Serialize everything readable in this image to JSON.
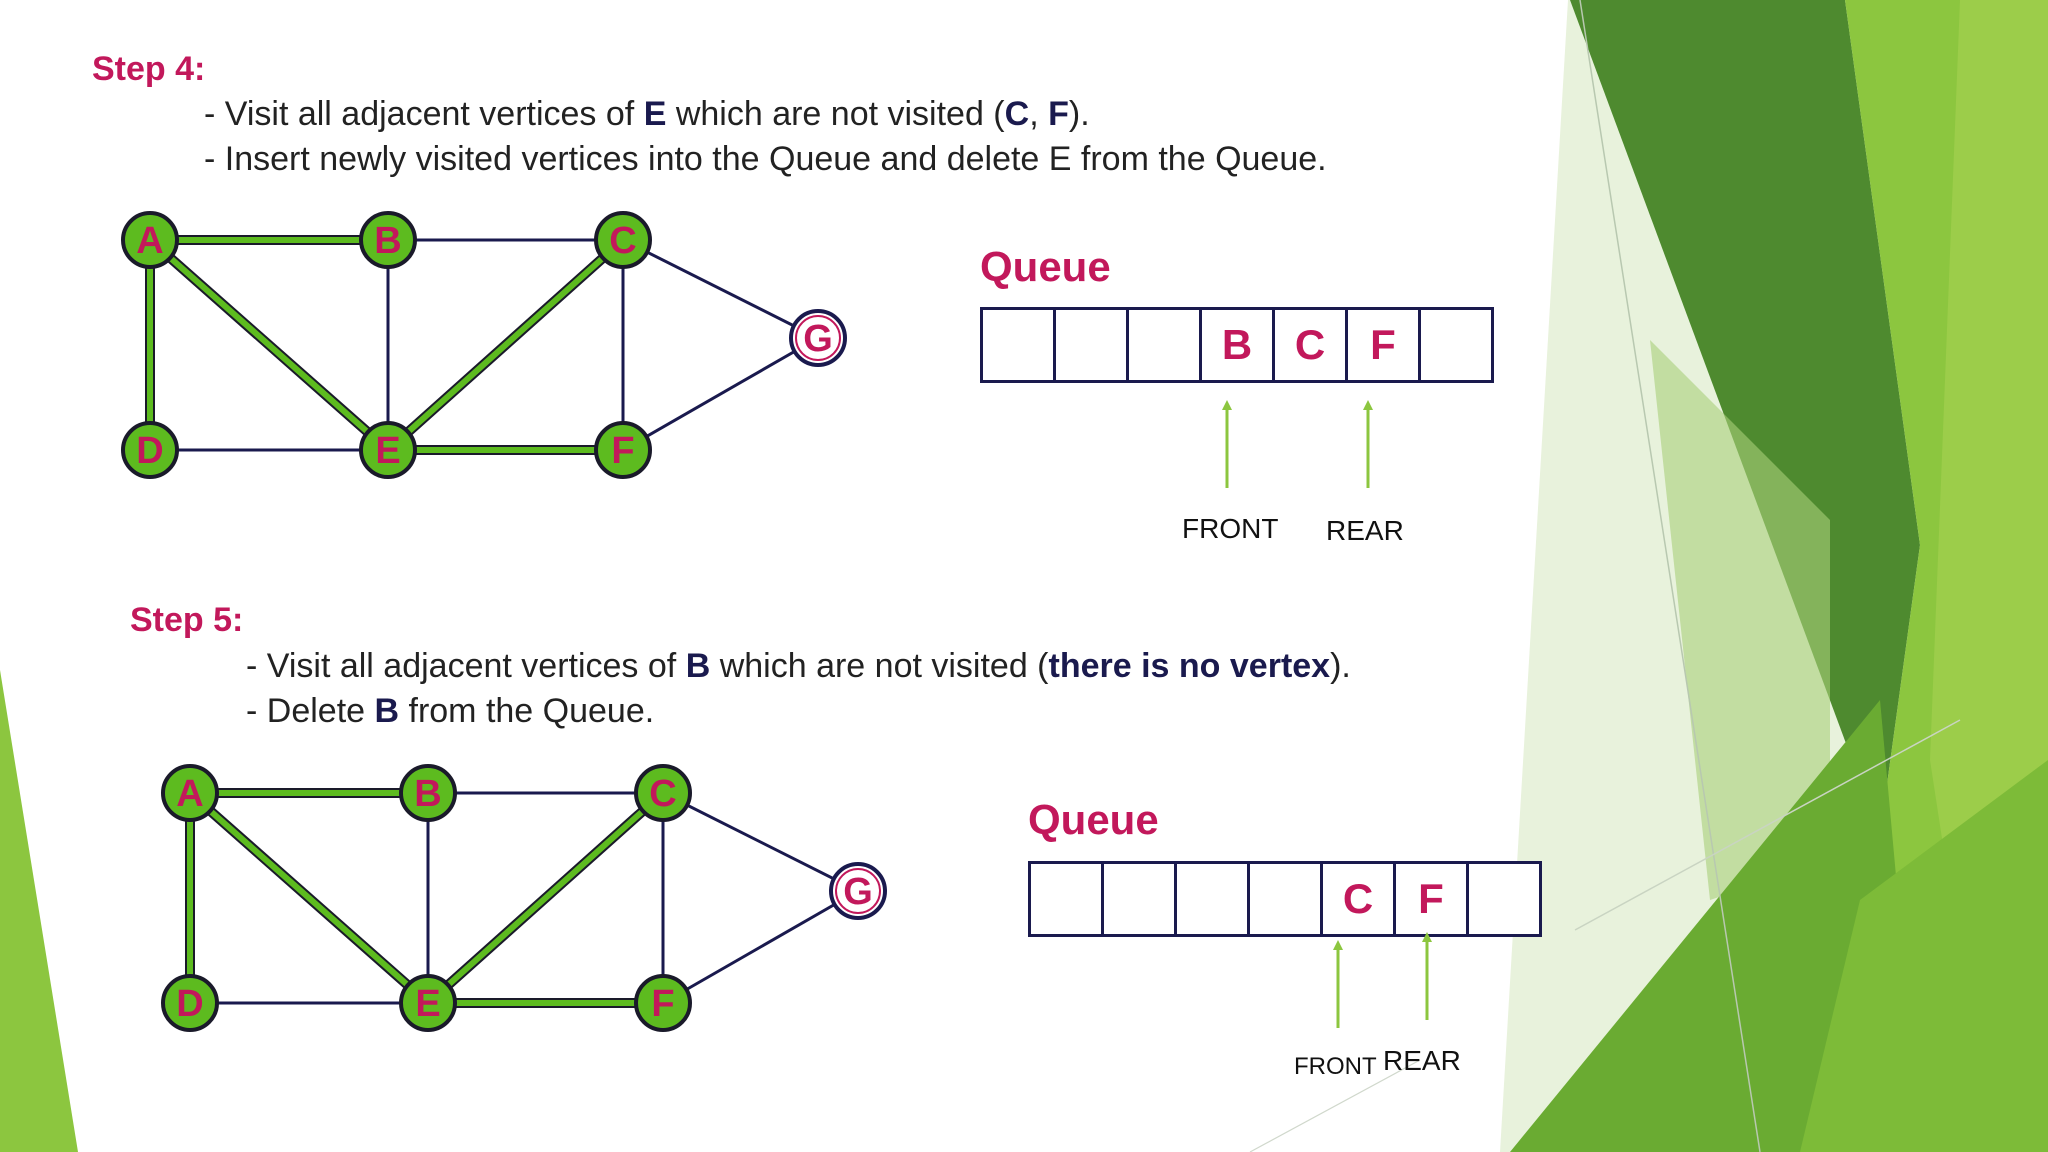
{
  "colors": {
    "accent": "#c2185b",
    "navy": "#1a1a4e",
    "node_fill": "#5dbb1f",
    "path_green": "#5dbb1f",
    "bg_light_green": "#8cc63f",
    "bg_dark_green": "#4e8a2f"
  },
  "step4": {
    "title": "Step 4:",
    "line1": {
      "pre": "- Visit all adjacent vertices of ",
      "bold": "E",
      "mid": " which are not visited (",
      "b1": "C",
      "sep": ", ",
      "b2": "F",
      "post": ")."
    },
    "line2": "- Insert newly visited vertices into the Queue and delete E from the Queue.",
    "queue_title": "Queue",
    "queue": [
      "",
      "",
      "",
      "B",
      "C",
      "F",
      ""
    ],
    "front_label": "FRONT",
    "rear_label": "REAR"
  },
  "step5": {
    "title": "Step 5:",
    "line1": {
      "pre": "- Visit all adjacent vertices of ",
      "bold": "B",
      "mid": " which are not visited (",
      "b1": "there is no vertex",
      "post": ")."
    },
    "line2": {
      "pre": "- Delete ",
      "bold": "B",
      "post": " from the Queue."
    },
    "queue_title": "Queue",
    "queue": [
      "",
      "",
      "",
      "",
      "C",
      "F",
      ""
    ],
    "front_label": "FRONT",
    "rear_label": "REAR"
  },
  "graph": {
    "nodes": [
      {
        "id": "A",
        "visited": true
      },
      {
        "id": "B",
        "visited": true
      },
      {
        "id": "C",
        "visited": true
      },
      {
        "id": "D",
        "visited": true
      },
      {
        "id": "E",
        "visited": true
      },
      {
        "id": "F",
        "visited": true
      },
      {
        "id": "G",
        "visited": false
      }
    ],
    "edges": [
      {
        "from": "A",
        "to": "B",
        "tree": true
      },
      {
        "from": "A",
        "to": "D",
        "tree": true
      },
      {
        "from": "A",
        "to": "E",
        "tree": true
      },
      {
        "from": "B",
        "to": "E",
        "tree": false
      },
      {
        "from": "B",
        "to": "C",
        "tree": false
      },
      {
        "from": "D",
        "to": "E",
        "tree": false
      },
      {
        "from": "E",
        "to": "C",
        "tree": true
      },
      {
        "from": "E",
        "to": "F",
        "tree": true
      },
      {
        "from": "C",
        "to": "F",
        "tree": false
      },
      {
        "from": "C",
        "to": "G",
        "tree": false
      },
      {
        "from": "F",
        "to": "G",
        "tree": false
      }
    ]
  }
}
